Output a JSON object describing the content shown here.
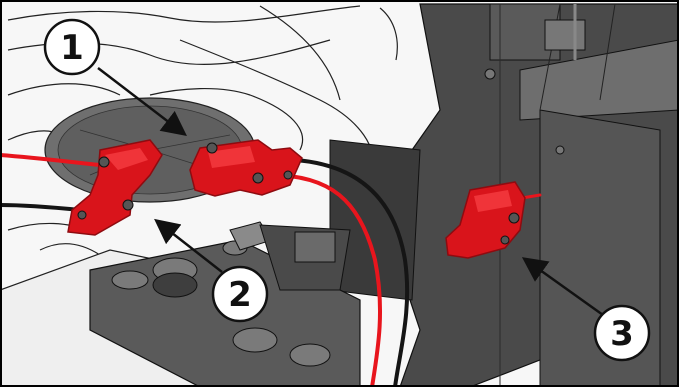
{
  "illustration": {
    "subject": "technical-line-drawing",
    "colors": {
      "component_red": "#d9141b",
      "component_red_dark": "#8e0b10",
      "cable_red": "#e8151d",
      "cable_black": "#151515",
      "panel_dark": "#3f3f3f",
      "panel_mid": "#5a5a5a",
      "panel_light": "#7a7a7a",
      "body_white": "#f7f7f7",
      "outline": "#222222",
      "frame_border": "#000000"
    }
  },
  "callouts": [
    {
      "label": "1"
    },
    {
      "label": "2"
    },
    {
      "label": "3"
    }
  ]
}
